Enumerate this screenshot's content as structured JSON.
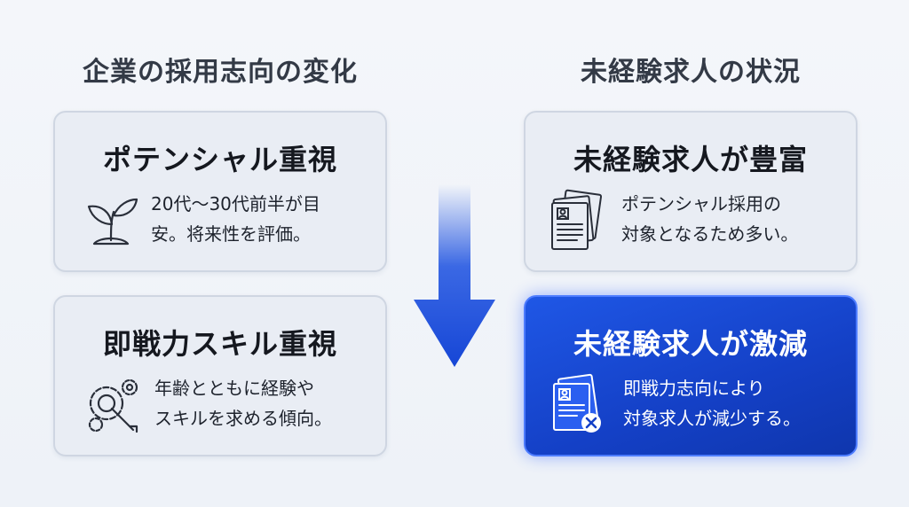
{
  "left_column": {
    "title": "企業の採用志向の変化",
    "cards": [
      {
        "heading": "ポテンシャル重視",
        "desc_line1": "20代〜30代前半が目",
        "desc_line2": "安。将来性を評価。",
        "icon": "sprout-icon"
      },
      {
        "heading": "即戦力スキル重視",
        "desc_line1": "年齢とともに経験や",
        "desc_line2": "スキルを求める傾向。",
        "icon": "gear-wrench-icon"
      }
    ]
  },
  "right_column": {
    "title": "未経験求人の状況",
    "cards": [
      {
        "heading": "未経験求人が豊富",
        "desc_line1": "ポテンシャル採用の",
        "desc_line2": "対象となるため多い。",
        "icon": "documents-icon"
      },
      {
        "heading": "未経験求人が激減",
        "desc_line1": "即戦力志向により",
        "desc_line2": "対象求人が減少する。",
        "icon": "documents-x-icon"
      }
    ]
  },
  "colors": {
    "accent": "#1f57e6",
    "card_bg": "#e9edf4",
    "arrow": "#1a4fe0"
  }
}
